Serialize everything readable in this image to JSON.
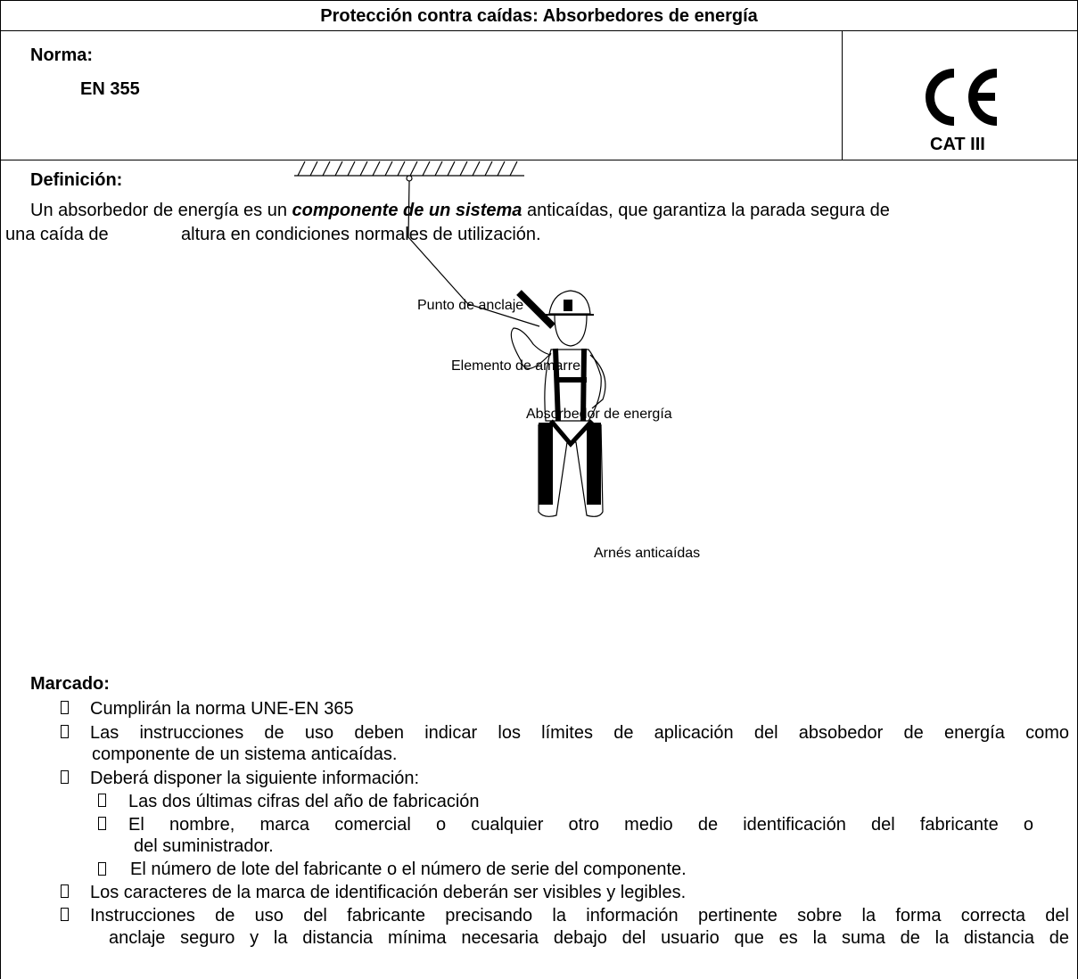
{
  "header": {
    "title": "Protección contra caídas: Absorbedores de energía"
  },
  "norma": {
    "label": "Norma:",
    "value": "EN 355"
  },
  "ce": {
    "category": "CAT III"
  },
  "definicion": {
    "label": "Definición:",
    "line1_start": "Un absorbedor de energía es un ",
    "emphasis": "componente de un sistema",
    "line1_end": " anticaídas, que garantiza la parada segura de",
    "line2_a": "una caída de",
    "line2_b": "altura en condiciones normales de utilización."
  },
  "figure": {
    "labels": {
      "anclaje": "Punto de anclaje",
      "amarre": "Elemento de amarre",
      "absorbedor": "Absorbedor de energía",
      "arnes": "Arnés anticaídas"
    }
  },
  "marcado": {
    "label": "Marcado:",
    "items": [
      "Cumplirán la norma UNE-EN 365",
      "Las instrucciones de uso deben indicar los límites de aplicación del absobedor de energía como",
      "componente de un sistema anticaídas.",
      "Deberá disponer la siguiente información:",
      "Los caracteres de la marca de identificación deberán ser visibles y legibles.",
      "Instrucciones de uso del fabricante precisando la información pertinente sobre la forma correcta del",
      "anclaje seguro y la distancia mínima necesaria debajo del usuario que es la suma de la distancia de"
    ],
    "subitems": [
      "Las dos últimas cifras del año de fabricación",
      "El nombre, marca comercial o cualquier otro medio de identificación del fabricante o",
      "del suministrador.",
      "El número de lote del fabricante o el número de serie del componente."
    ]
  }
}
